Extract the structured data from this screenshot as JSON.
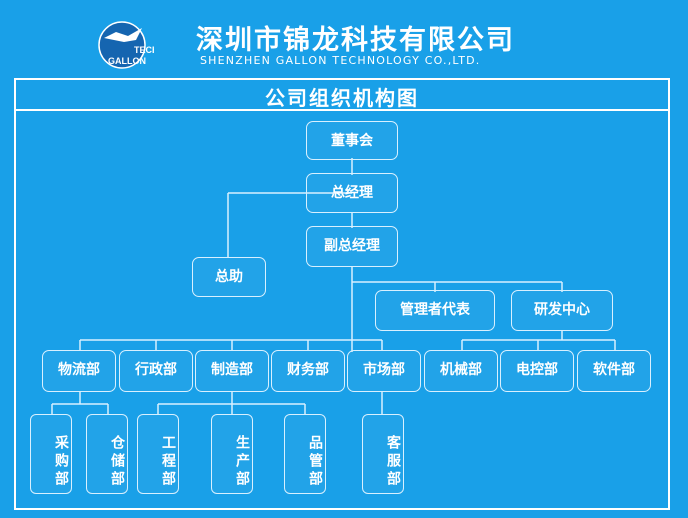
{
  "header": {
    "logo_text_1": "TECH",
    "logo_text_2": "GALLON",
    "company_cn": "深圳市锦龙科技有限公司",
    "company_en": "SHENZHEN GALLON TECHNOLOGY CO.,LTD."
  },
  "chart": {
    "title": "公司组织机构图",
    "nodes": {
      "board": "董事会",
      "gm": "总经理",
      "deputy_gm": "副总经理",
      "assistant": "总助",
      "mgmt_rep": "管理者代表",
      "rd_center": "研发中心",
      "logistics": "物流部",
      "admin": "行政部",
      "manufacturing": "制造部",
      "finance": "财务部",
      "marketing": "市场部",
      "mechanical": "机械部",
      "electrical": "电控部",
      "software": "软件部",
      "purchasing": "采购部",
      "warehouse": "仓储部",
      "engineering": "工程部",
      "production": "生产部",
      "quality": "品管部",
      "customer_service": "客服部"
    }
  },
  "colors": {
    "background": "#19a0e8",
    "line": "#d8f0ff",
    "text": "#ffffff"
  }
}
